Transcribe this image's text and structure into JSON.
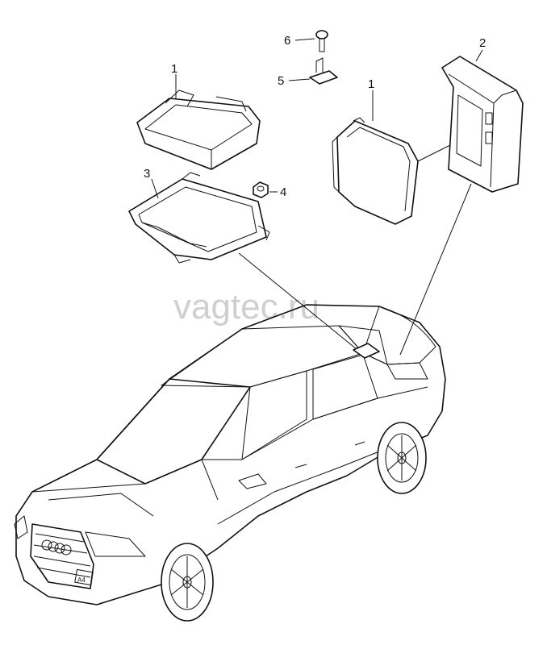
{
  "watermark": "vagtec.ru",
  "callouts": {
    "c1a": "1",
    "c1b": "1",
    "c2": "2",
    "c3": "3",
    "c4": "4",
    "c5": "5",
    "c6": "6"
  },
  "badge": "A4"
}
